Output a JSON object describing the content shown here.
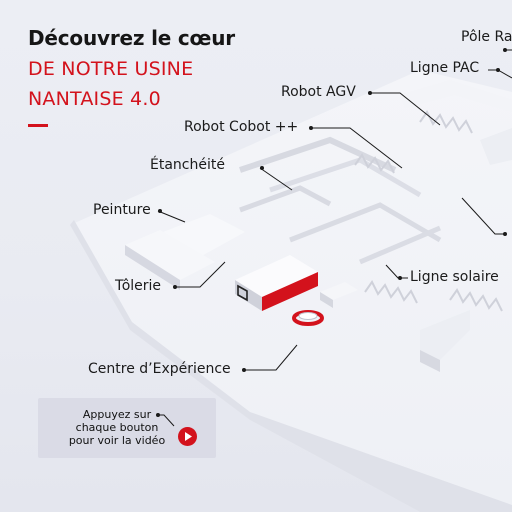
{
  "header": {
    "line1": "Découvrez le cœur",
    "line2": "DE NOTRE USINE",
    "line3": "NANTAISE 4.0"
  },
  "hotspots": [
    {
      "id": "pole",
      "label": "Pôle Ra"
    },
    {
      "id": "ligne-pac",
      "label": "Ligne PAC"
    },
    {
      "id": "robot-agv",
      "label": "Robot AGV"
    },
    {
      "id": "robot-cobot",
      "label": "Robot Cobot ++"
    },
    {
      "id": "etancheite",
      "label": "Étanchéité"
    },
    {
      "id": "peinture",
      "label": "Peinture"
    },
    {
      "id": "tolerie",
      "label": "Tôlerie"
    },
    {
      "id": "ligne-solaire",
      "label": "Ligne solaire"
    },
    {
      "id": "centre-experience",
      "label": "Centre d’Expérience"
    }
  ],
  "hint": {
    "line1": "Appuyez sur",
    "line2": "chaque bouton",
    "line3": "pour voir la vidéo"
  },
  "colors": {
    "accent": "#d3121c",
    "text": "#161616",
    "background": "#eceef4"
  },
  "icons": {
    "play": "play-icon"
  }
}
